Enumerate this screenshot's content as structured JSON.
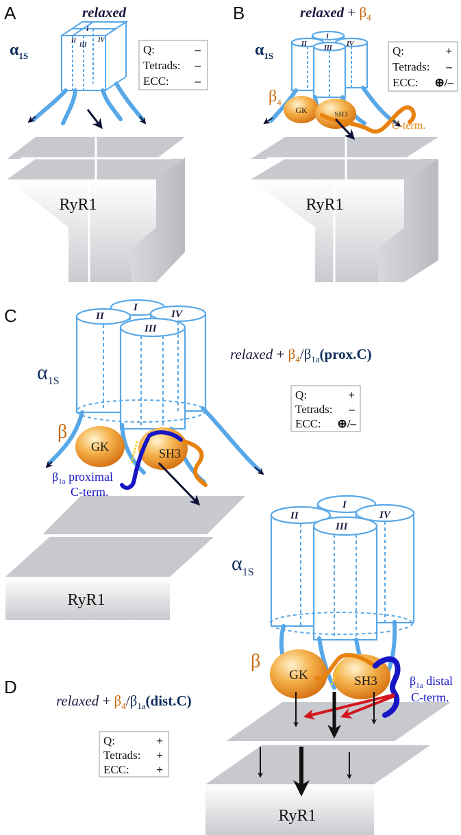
{
  "panels": {
    "A": {
      "letter": "A",
      "condition": "relaxed",
      "alpha_label": "α",
      "alpha_sub": "1S",
      "romans": [
        "I",
        "II",
        "III",
        "IV"
      ],
      "ryr_label": "RyR1",
      "table": {
        "q_label": "Q:",
        "q_value": "–",
        "tetrads_label": "Tetrads:",
        "tetrads_value": "–",
        "ecc_label": "ECC:",
        "ecc_value": "–"
      }
    },
    "B": {
      "letter": "B",
      "condition_main": "relaxed",
      "condition_plus": " + ",
      "condition_beta": "β",
      "condition_beta_sub": "4",
      "alpha_label": "α",
      "alpha_sub": "1S",
      "beta_label": "β",
      "beta_sub": "4",
      "gk_label": "GK",
      "sh3_label": "SH3",
      "cterm_label": "C-term.",
      "romans": [
        "I",
        "II",
        "III",
        "IV"
      ],
      "ryr_label": "RyR1",
      "table": {
        "q_label": "Q:",
        "q_value": "+",
        "tetrads_label": "Tetrads:",
        "tetrads_value": "–",
        "ecc_label": "ECC:",
        "ecc_value": "⊕/–"
      }
    },
    "C": {
      "letter": "C",
      "condition_main": "relaxed",
      "condition_plus": " + ",
      "condition_beta1": "β",
      "condition_beta1_sub": "4",
      "condition_slash": "/",
      "condition_beta2": "β",
      "condition_beta2_sub": "1a",
      "condition_tail": "(prox.C)",
      "alpha_label": "α",
      "alpha_sub": "1S",
      "beta_label": "β",
      "gk_label": "GK",
      "sh3_label": "SH3",
      "prox_line1_beta": "β",
      "prox_line1_sub": "1a",
      "prox_line1_tail": " proximal",
      "prox_line2": "C-term.",
      "romans": [
        "I",
        "II",
        "III",
        "IV"
      ],
      "ryr_label": "RyR1",
      "table": {
        "q_label": "Q:",
        "q_value": "+",
        "tetrads_label": "Tetrads:",
        "tetrads_value": "–",
        "ecc_label": "ECC:",
        "ecc_value": "⊕/–"
      }
    },
    "D": {
      "letter": "D",
      "condition_main": "relaxed",
      "condition_plus": " + ",
      "condition_beta1": "β",
      "condition_beta1_sub": "4",
      "condition_slash": "/",
      "condition_beta2": "β",
      "condition_beta2_sub": "1a",
      "condition_tail": "(dist.C)",
      "alpha_label": "α",
      "alpha_sub": "1S",
      "beta_label": "β",
      "gk_label": "GK",
      "sh3_label": "SH3",
      "dist_line1_beta": "β",
      "dist_line1_sub": "1a",
      "dist_line1_tail": " distal",
      "dist_line2": "C-term.",
      "romans": [
        "I",
        "II",
        "III",
        "IV"
      ],
      "ryr_label": "RyR1",
      "table": {
        "q_label": "Q:",
        "q_value": "+",
        "tetrads_label": "Tetrads:",
        "tetrads_value": "+",
        "ecc_label": "ECC:",
        "ecc_value": "+"
      }
    }
  },
  "colors": {
    "channel_blue": "#58a8e8",
    "beta_orange": "#e8820f",
    "beta1a_blue": "#1616c4",
    "arrow_navy": "#0d1235",
    "arrow_red": "#d3161e",
    "plate_grey": "#c8c9ce",
    "label_navy": "#0f2d5c"
  }
}
